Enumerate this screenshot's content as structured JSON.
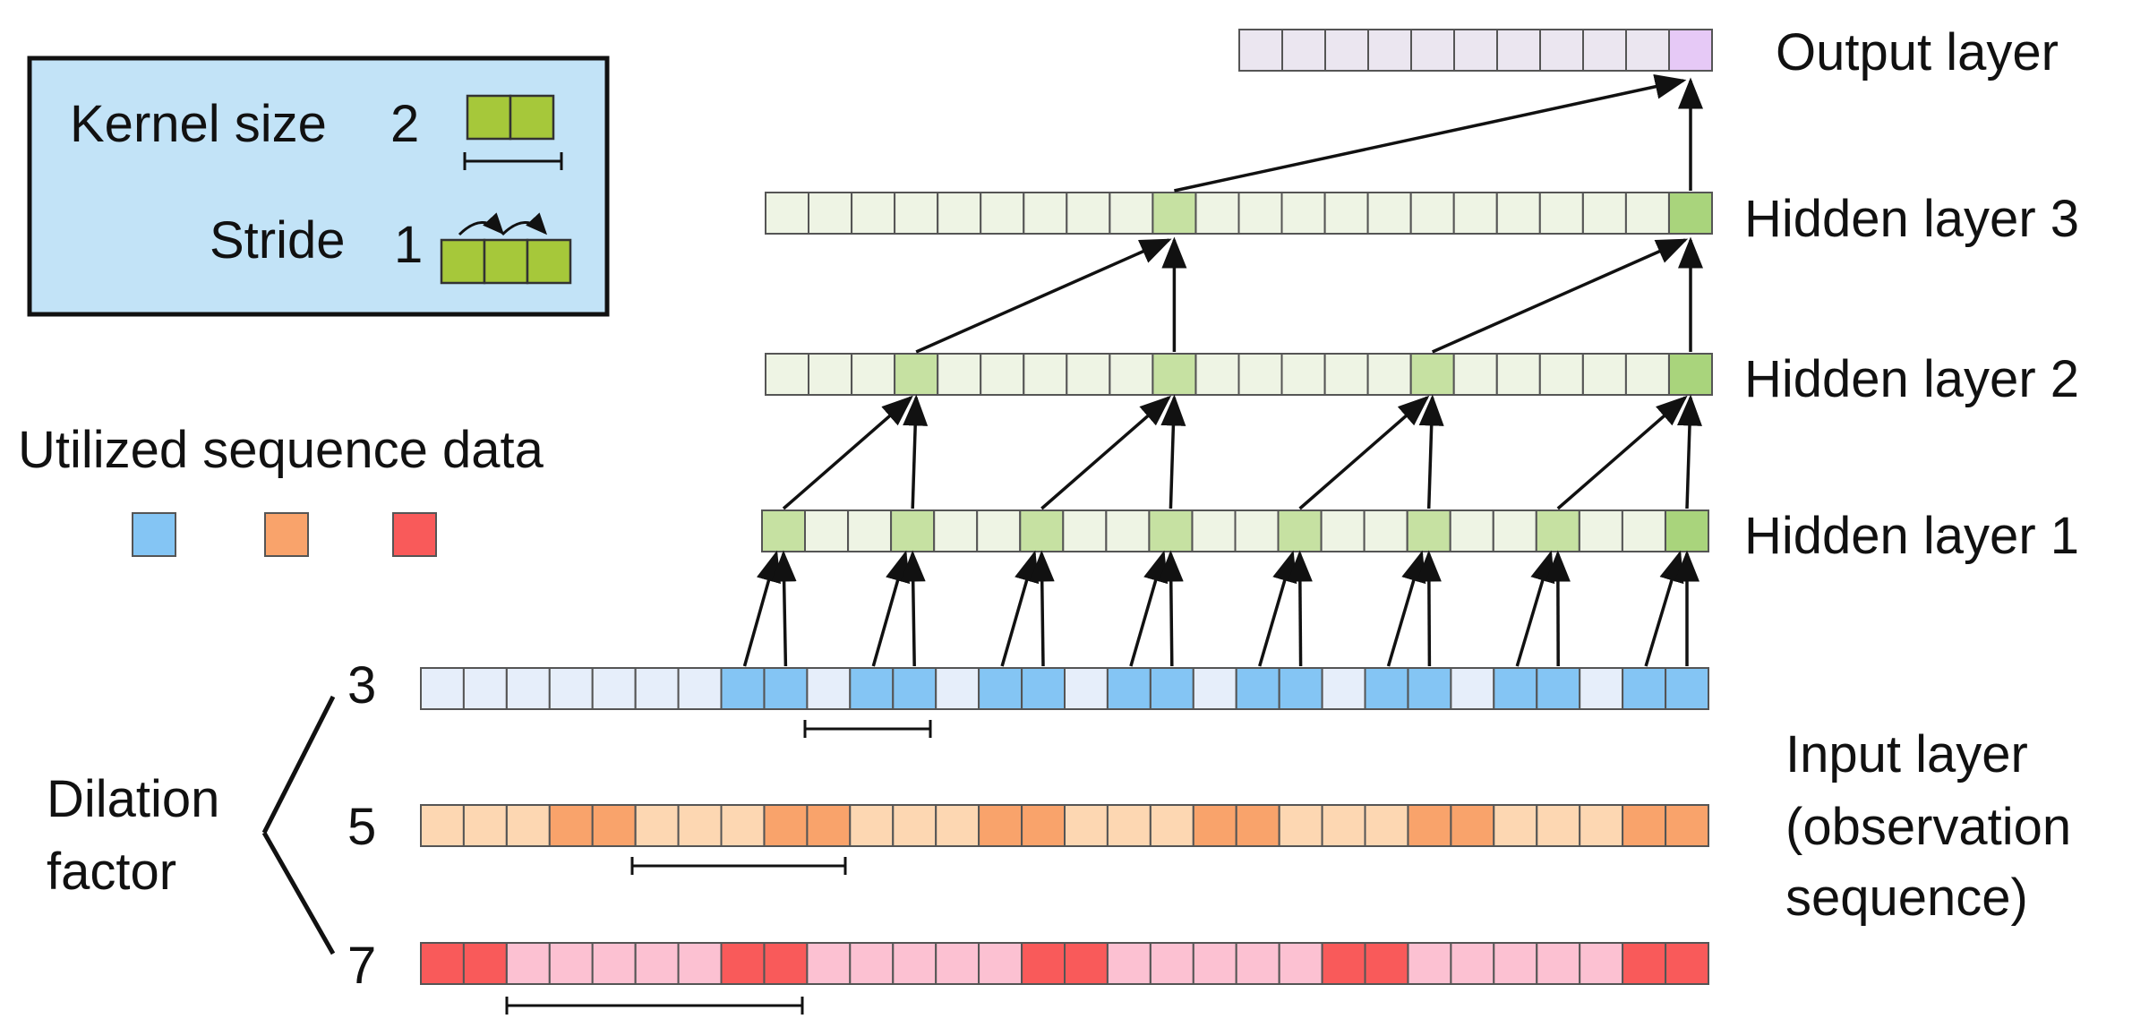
{
  "legend_box": {
    "kernel_label": "Kernel size",
    "kernel_value": "2",
    "stride_label": "Stride",
    "stride_value": "1",
    "fill_color": "#c2e3f7",
    "cell_color": "#a6c83a"
  },
  "utilized": {
    "title": "Utilized sequence data",
    "colors": [
      "#84c5f4",
      "#f9a36b",
      "#f95a5a"
    ]
  },
  "layers": {
    "output": "Output layer",
    "hidden3": "Hidden layer 3",
    "hidden2": "Hidden layer 2",
    "hidden1": "Hidden layer 1",
    "input": [
      "Input layer",
      "(observation",
      "sequence)"
    ]
  },
  "dilation": {
    "label": [
      "Dilation",
      "factor"
    ],
    "factors": [
      "3",
      "5",
      "7"
    ]
  },
  "colors": {
    "hidden_light": "#eef4e4",
    "hidden_active": "#c6e1a2",
    "hidden_last": "#a9d47c",
    "output_light": "#ebe6f0",
    "output_active": "#e6c9f6",
    "blue_light": "#e6eefa",
    "blue_active": "#84c5f4",
    "orange_light": "#fdd7b2",
    "orange_active": "#f9a36b",
    "red_light": "#fcc1d2",
    "red_active": "#f95a5a",
    "cell_stroke": "#555555"
  }
}
